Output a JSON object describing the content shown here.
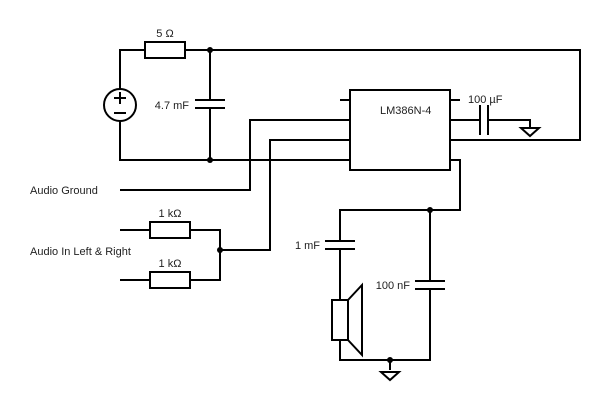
{
  "labels": {
    "r_top": "5 Ω",
    "c_supply": "4.7 mF",
    "ic": "LM386N-4",
    "c_bypass": "100 µF",
    "input_ground": "Audio Ground",
    "input_lr": "Audio In Left & Right",
    "r_left": "1 kΩ",
    "r_right": "1 kΩ",
    "c_out": "1 mF",
    "c_filter": "100 nF"
  }
}
